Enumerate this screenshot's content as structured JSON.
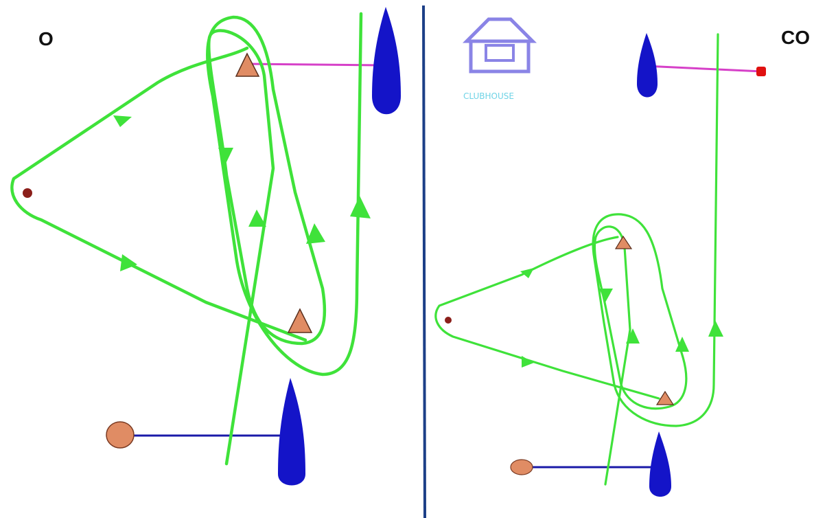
{
  "diagrams": [
    {
      "course_label": "O"
    },
    {
      "course_label": "CO",
      "building_label": "CLUBHOUSE"
    }
  ],
  "colors": {
    "track": "#3fe23a",
    "divider": "#1c3f87",
    "committee_boat": "#1414c8",
    "mark_triangle": "#e08c64",
    "mark_round": "#e08c64",
    "wing_mark": "#8b1f1a",
    "start_line": "#1a1aa8",
    "finish_line": "#d640c8",
    "finish_pin": "#e01010",
    "clubhouse": "#8a84e6",
    "clubhouse_text": "#6fd3e6"
  },
  "icons": [
    "clubhouse-icon"
  ]
}
